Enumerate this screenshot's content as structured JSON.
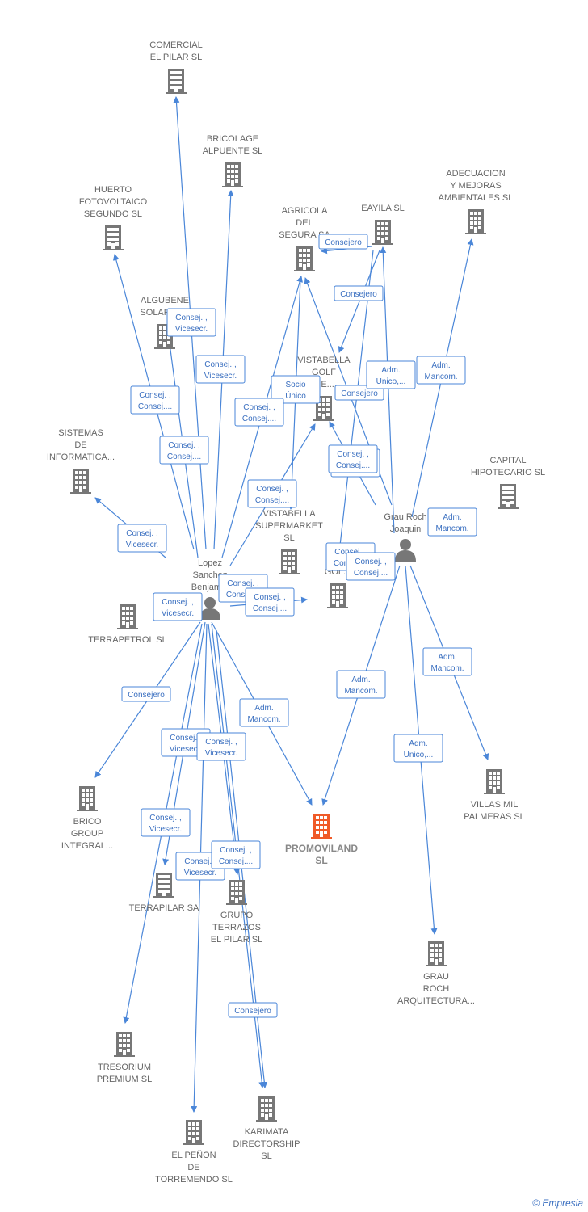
{
  "colors": {
    "edge": "#4a86d8",
    "company": "#777777",
    "main_company": "#f05a28",
    "person": "#777777"
  },
  "nodes": [
    {
      "id": "comercial",
      "type": "company",
      "lines": [
        "COMERCIAL",
        "EL PILAR SL"
      ]
    },
    {
      "id": "bricolage",
      "type": "company",
      "lines": [
        "BRICOLAGE",
        "ALPUENTE SL"
      ]
    },
    {
      "id": "huerto",
      "type": "company",
      "lines": [
        "HUERTO",
        "FOTOVOLTAICO",
        "SEGUNDO SL"
      ]
    },
    {
      "id": "agricola",
      "type": "company",
      "lines": [
        "AGRICOLA",
        "DEL",
        "SEGURA SA"
      ]
    },
    {
      "id": "eayila",
      "type": "company",
      "lines": [
        "EAYILA  SL"
      ]
    },
    {
      "id": "adecuacion",
      "type": "company",
      "lines": [
        "ADECUACION",
        "Y MEJORAS",
        "AMBIENTALES SL"
      ]
    },
    {
      "id": "algubene",
      "type": "company",
      "lines": [
        "ALGUBENE",
        "SOLARE SL"
      ]
    },
    {
      "id": "vistagolf",
      "type": "company",
      "lines": [
        "VISTABELLA",
        "GOLF",
        "ME..."
      ]
    },
    {
      "id": "sistemas",
      "type": "company",
      "lines": [
        "SISTEMAS",
        "DE",
        "INFORMATICA..."
      ]
    },
    {
      "id": "capital",
      "type": "company",
      "lines": [
        "CAPITAL",
        "HIPOTECARIO SL"
      ]
    },
    {
      "id": "vistasuper",
      "type": "company",
      "lines": [
        "VISTABELLA",
        "SUPERMARKET",
        "SL"
      ]
    },
    {
      "id": "vistagolf2",
      "type": "company",
      "lines": [
        "VIS...",
        "GOL..."
      ]
    },
    {
      "id": "terrapetrol",
      "type": "company",
      "lines": [
        "TERRAPETROL SL"
      ]
    },
    {
      "id": "brico",
      "type": "company",
      "lines": [
        "BRICO",
        "GROUP",
        "INTEGRAL..."
      ]
    },
    {
      "id": "promoviland",
      "type": "main",
      "lines": [
        "PROMOVILAND",
        "SL"
      ]
    },
    {
      "id": "villas",
      "type": "company",
      "lines": [
        "VILLAS MIL",
        "PALMERAS  SL"
      ]
    },
    {
      "id": "terrapilar",
      "type": "company",
      "lines": [
        "TERRAPILAR SA"
      ]
    },
    {
      "id": "grupo",
      "type": "company",
      "lines": [
        "GRUPO",
        "TERRAZOS",
        "EL PILAR SL"
      ]
    },
    {
      "id": "grau_arq",
      "type": "company",
      "lines": [
        "GRAU",
        "ROCH",
        "ARQUITECTURA..."
      ]
    },
    {
      "id": "tresorium",
      "type": "company",
      "lines": [
        "TRESORIUM",
        "PREMIUM  SL"
      ]
    },
    {
      "id": "elpenon",
      "type": "company",
      "lines": [
        "EL PEÑON",
        "DE",
        "TORREMENDO SL"
      ]
    },
    {
      "id": "karimata",
      "type": "company",
      "lines": [
        "KARIMATA",
        "DIRECTORSHIP",
        "SL"
      ]
    },
    {
      "id": "lopez",
      "type": "person",
      "lines": [
        "Lopez",
        "Sanchez",
        "Benjam..."
      ]
    },
    {
      "id": "grau",
      "type": "person",
      "lines": [
        "Grau Roch",
        "Joaquin"
      ]
    }
  ],
  "edge_labels": [
    {
      "lines": [
        "Consejero"
      ]
    },
    {
      "lines": [
        "Consejero"
      ]
    },
    {
      "lines": [
        "Consej. ,",
        "Vicesecr."
      ]
    },
    {
      "lines": [
        "Consej. ,",
        "Vicesecr."
      ]
    },
    {
      "lines": [
        "Socio",
        "Único"
      ]
    },
    {
      "lines": [
        "Consej. ,",
        "Consej...."
      ]
    },
    {
      "lines": [
        "Consejero"
      ]
    },
    {
      "lines": [
        "Adm.",
        "Unico,..."
      ]
    },
    {
      "lines": [
        "Adm.",
        "Mancom."
      ]
    },
    {
      "lines": [
        "Consej. ,",
        "Consej...."
      ]
    },
    {
      "lines": [
        "Consej. ,",
        "Consej...."
      ]
    },
    {
      "lines": [
        "Consej. ,",
        "Consej...."
      ]
    },
    {
      "lines": [
        "Consej. ,",
        "Consej...."
      ]
    },
    {
      "lines": [
        "Consej. ,",
        "Vicesecr."
      ]
    },
    {
      "lines": [
        "Consej. ,",
        "Consej...."
      ]
    },
    {
      "lines": [
        "Adm.",
        "Mancom."
      ]
    },
    {
      "lines": [
        "Consej. ,",
        "Consej...."
      ]
    },
    {
      "lines": [
        "Consej. ,",
        "Consej...."
      ]
    },
    {
      "lines": [
        "Consej. ,",
        "Vicesecr."
      ]
    },
    {
      "lines": [
        "Consej. ,",
        "Consej...."
      ]
    },
    {
      "lines": [
        "Consej. ,",
        "Consej...."
      ]
    },
    {
      "lines": [
        "Consejero"
      ]
    },
    {
      "lines": [
        "Adm.",
        "Mancom."
      ]
    },
    {
      "lines": [
        "Adm.",
        "Mancom."
      ]
    },
    {
      "lines": [
        "Adm.",
        "Mancom."
      ]
    },
    {
      "lines": [
        "Consej. ,",
        "Vicesecr."
      ]
    },
    {
      "lines": [
        "Consej. ,",
        "Vicesecr."
      ]
    },
    {
      "lines": [
        "Adm.",
        "Unico,..."
      ]
    },
    {
      "lines": [
        "Consej. ,",
        "Vicesecr."
      ]
    },
    {
      "lines": [
        "Consej. ,",
        "Vicesecr."
      ]
    },
    {
      "lines": [
        "Consej. ,",
        "Consej...."
      ]
    },
    {
      "lines": [
        "Consejero"
      ]
    }
  ],
  "watermark": "© Empresia"
}
